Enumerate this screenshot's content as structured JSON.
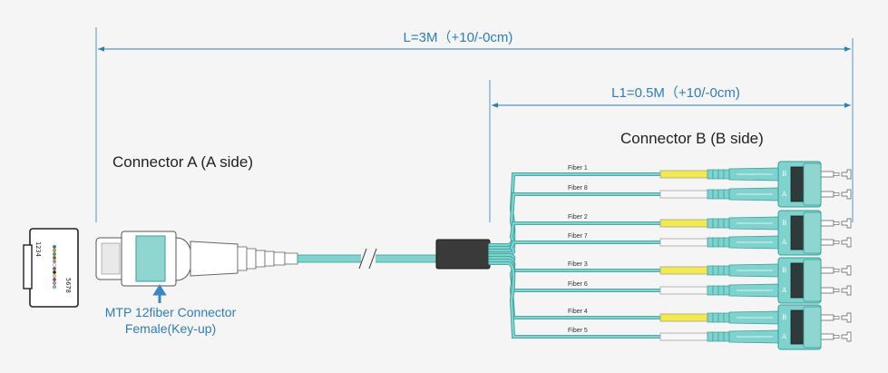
{
  "dimensions": {
    "total_length": "L=3M（+10/-0cm)",
    "breakout_length": "L1=0.5M（+10/-0cm)"
  },
  "connector_a": {
    "title": "Connector A (A side)",
    "caption_line1": "MTP 12fiber Connector",
    "caption_line2": "Female(Key-up)",
    "pin_left": "1234",
    "pin_right": "5678"
  },
  "connector_b": {
    "title": "Connector B (B side)",
    "duplex_marks": [
      "B",
      "A"
    ]
  },
  "fibers": [
    {
      "label": "Fiber 1",
      "boot": "yellow"
    },
    {
      "label": "Fiber 8",
      "boot": "white"
    },
    {
      "label": "Fiber 2",
      "boot": "yellow"
    },
    {
      "label": "Fiber 7",
      "boot": "white"
    },
    {
      "label": "Fiber 3",
      "boot": "yellow"
    },
    {
      "label": "Fiber 6",
      "boot": "white"
    },
    {
      "label": "Fiber 4",
      "boot": "yellow"
    },
    {
      "label": "Fiber 5",
      "boot": "white"
    }
  ],
  "colors": {
    "dimension_line": "#2c7fb8",
    "aqua_cable": "#7fd3cf",
    "aqua_dark": "#3a9d98",
    "yellow_boot": "#f2ea4a",
    "white_boot": "#f7f7f7",
    "breakout_body": "#3a3a3a",
    "arrow_blue": "#3b86c6"
  }
}
